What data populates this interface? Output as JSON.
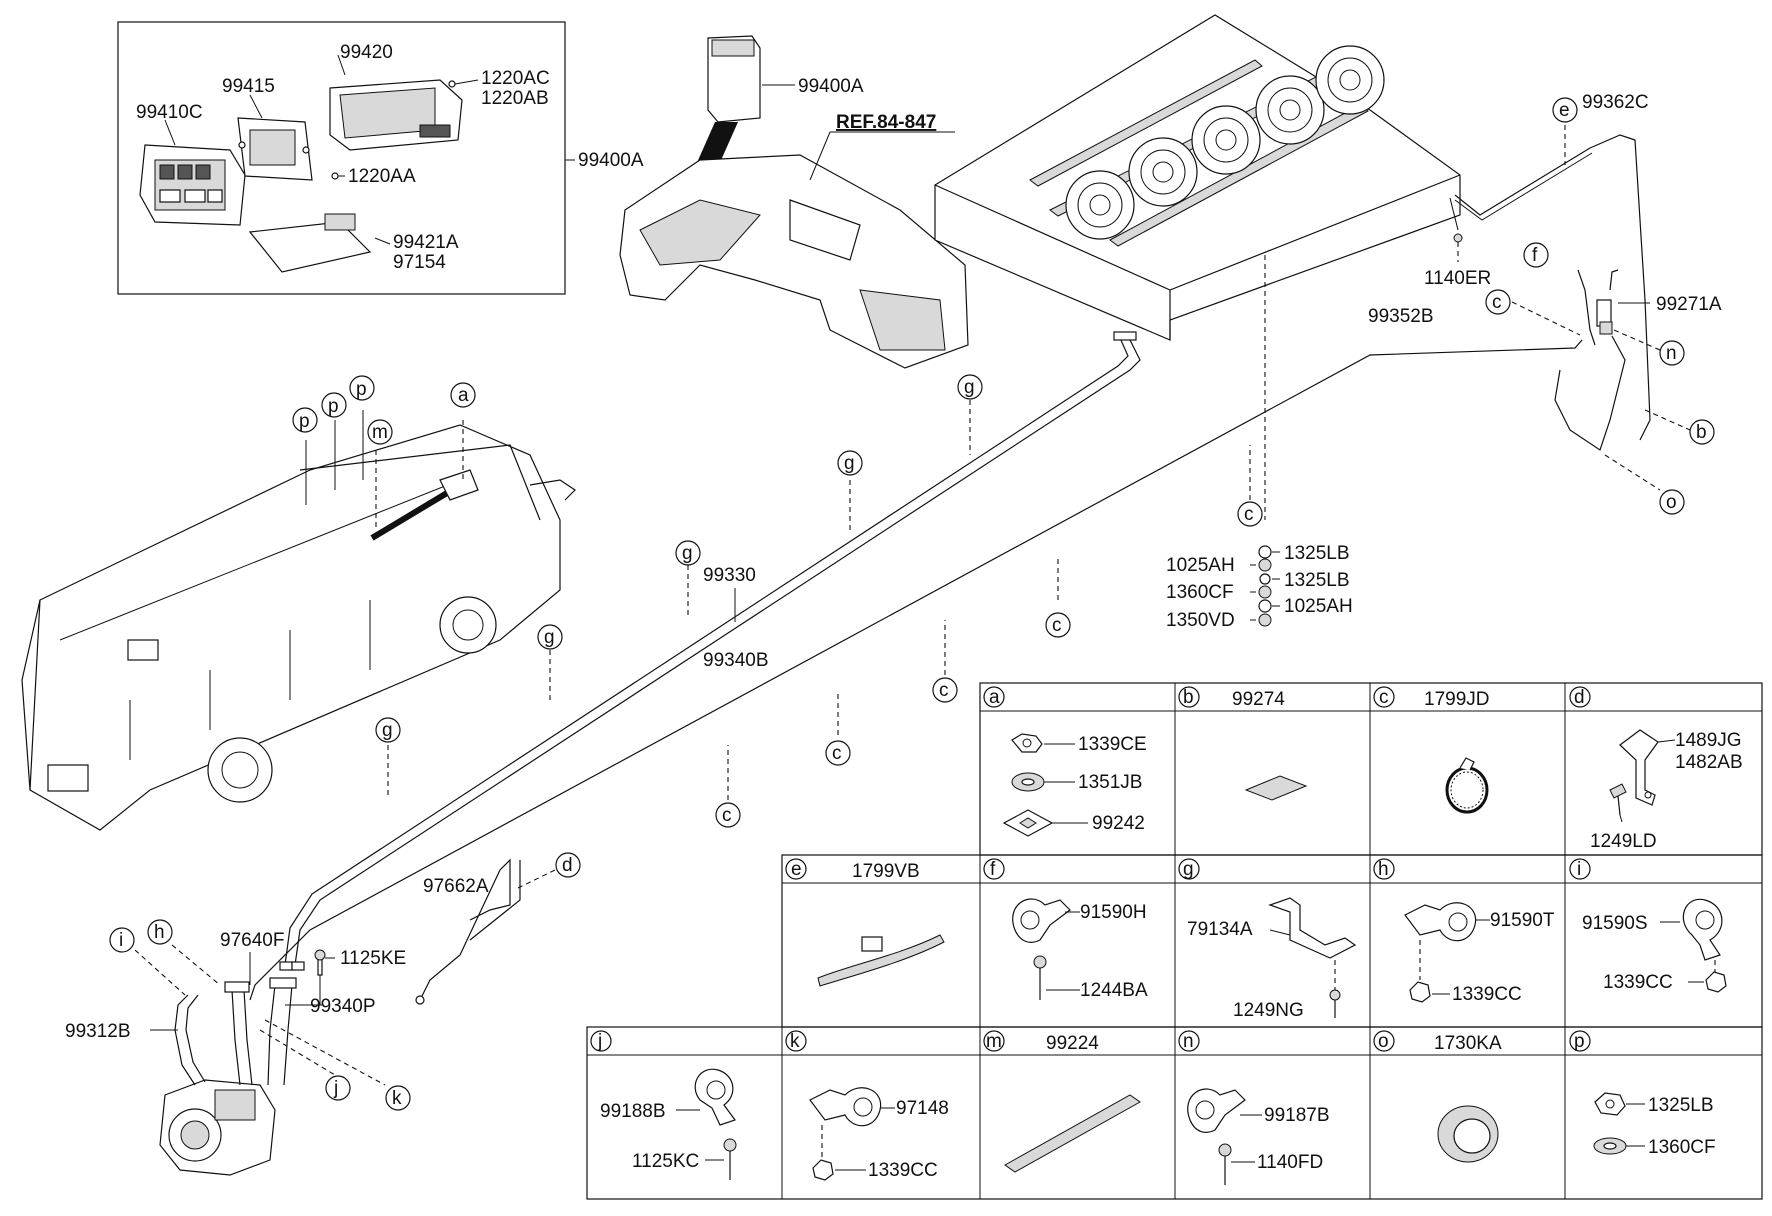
{
  "callouts": {
    "box_99400A": {
      "l99420": "99420",
      "l99415": "99415",
      "l99410C": "99410C",
      "l1220AC": "1220AC",
      "l1220AB": "1220AB",
      "l1220AA": "1220AA",
      "l99421A": "99421A",
      "l97154": "97154",
      "l99400A": "99400A"
    },
    "l99400A_top": "99400A",
    "ref": "REF.84-847",
    "l99362C": "99362C",
    "l1140ER": "1140ER",
    "l99271A": "99271A",
    "l99352B": "99352B",
    "l99330": "99330",
    "l99340B": "99340B",
    "fasteners": {
      "f1325LB_a": "1325LB",
      "f1025AH_a": "1025AH",
      "f1325LB_b": "1325LB",
      "f1360CF": "1360CF",
      "f1025AH_b": "1025AH",
      "f1350VD": "1350VD"
    },
    "l97662A": "97662A",
    "l97640F": "97640F",
    "l1125KE": "1125KE",
    "l99340P": "99340P",
    "l99312B": "99312B"
  },
  "letters": {
    "a": "a",
    "b": "b",
    "c": "c",
    "d": "d",
    "e": "e",
    "f": "f",
    "g": "g",
    "h": "h",
    "i": "i",
    "j": "j",
    "k": "k",
    "m": "m",
    "n": "n",
    "o": "o",
    "p": "p"
  },
  "table": {
    "a": {
      "letter": "a",
      "title": "",
      "parts": [
        "1339CE",
        "1351JB",
        "99242"
      ]
    },
    "b": {
      "letter": "b",
      "title": "99274"
    },
    "c": {
      "letter": "c",
      "title": "1799JD"
    },
    "d": {
      "letter": "d",
      "title": "",
      "parts": [
        "1489JG",
        "1482AB",
        "1249LD"
      ]
    },
    "e": {
      "letter": "e",
      "title": "1799VB"
    },
    "f": {
      "letter": "f",
      "title": "",
      "parts": [
        "91590H",
        "1244BA"
      ]
    },
    "g": {
      "letter": "g",
      "title": "",
      "parts": [
        "79134A",
        "1249NG"
      ]
    },
    "h": {
      "letter": "h",
      "title": "",
      "parts": [
        "91590T",
        "1339CC"
      ]
    },
    "i": {
      "letter": "i",
      "title": "",
      "parts": [
        "91590S",
        "1339CC"
      ]
    },
    "j": {
      "letter": "j",
      "title": "",
      "parts": [
        "99188B",
        "1125KC"
      ]
    },
    "k": {
      "letter": "k",
      "title": "",
      "parts": [
        "97148",
        "1339CC"
      ]
    },
    "m": {
      "letter": "m",
      "title": "99224"
    },
    "n": {
      "letter": "n",
      "title": "",
      "parts": [
        "99187B",
        "1140FD"
      ]
    },
    "o": {
      "letter": "o",
      "title": "1730KA"
    },
    "p": {
      "letter": "p",
      "title": "",
      "parts": [
        "1325LB",
        "1360CF"
      ]
    }
  }
}
